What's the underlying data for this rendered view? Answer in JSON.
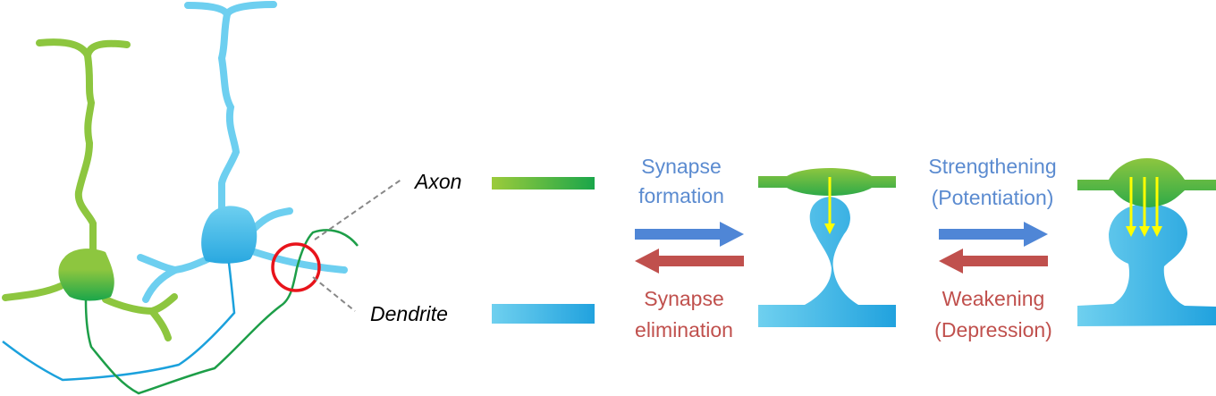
{
  "labels": {
    "axon": "Axon",
    "dendrite": "Dendrite"
  },
  "transitions": {
    "formation": {
      "line1": "Synapse",
      "line2": "formation"
    },
    "elimination": {
      "line1": "Synapse",
      "line2": "elimination"
    },
    "strengthening": {
      "line1": "Strengthening",
      "line2": "(Potentiation)"
    },
    "weakening": {
      "line1": "Weakening",
      "line2": "(Depression)"
    }
  },
  "colors": {
    "axon_green": "#8dc63f",
    "axon_dark_green": "#1aa64a",
    "dendrite_light_blue": "#6dcff0",
    "dendrite_blue": "#29a8e0",
    "forward_arrow": "#4f86d6",
    "reverse_arrow": "#c0504d",
    "highlight_circle": "#e8141b",
    "signal_arrow": "#ffff00"
  }
}
